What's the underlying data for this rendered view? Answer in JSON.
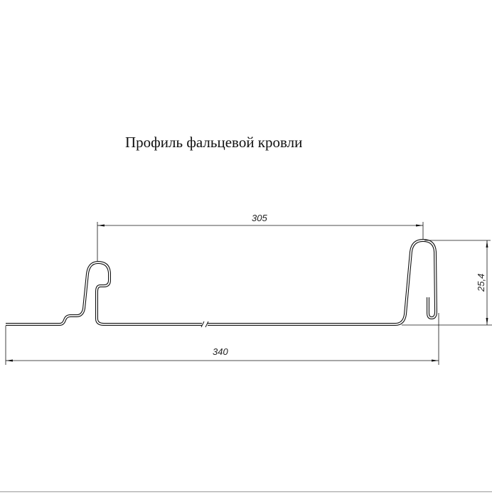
{
  "title": "Профиль фальцевой кровли",
  "dimensions": {
    "seam_pitch": "305",
    "overall_width": "340",
    "seam_height": "25,4"
  },
  "colors": {
    "line": "#111111",
    "background": "#ffffff"
  }
}
